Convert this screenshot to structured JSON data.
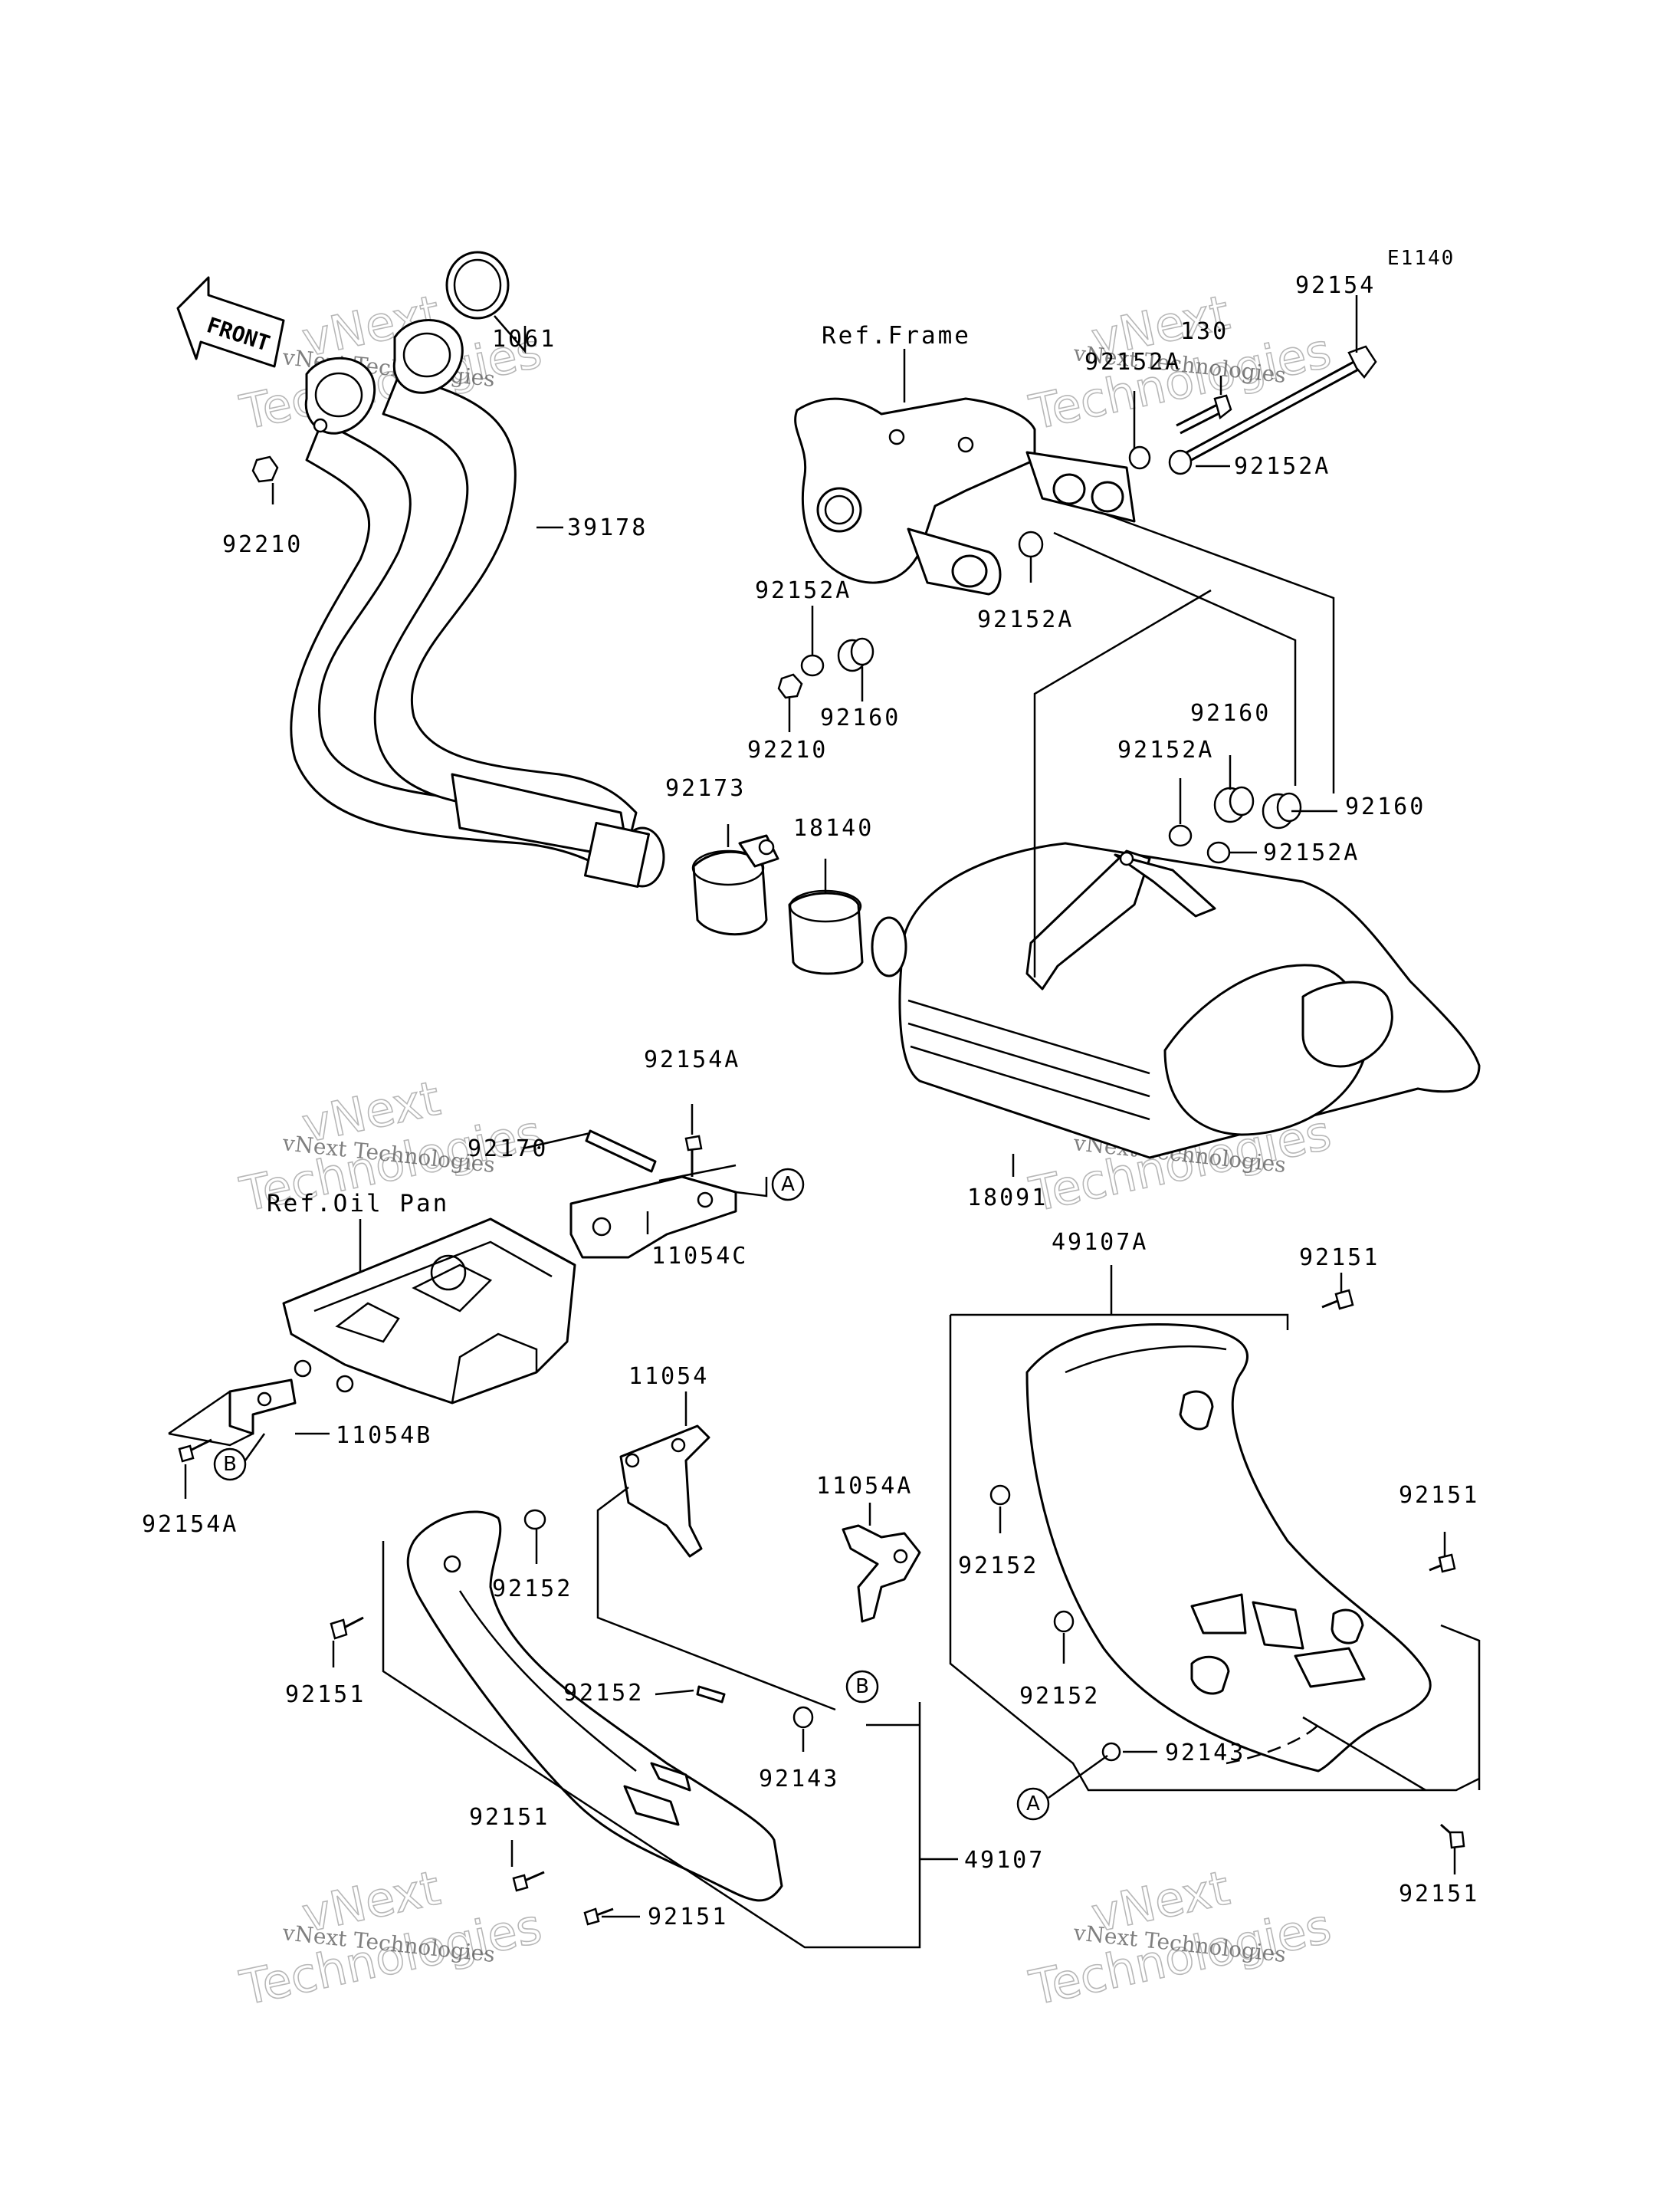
{
  "diagram_code": "E1140",
  "front_arrow_label": "FRONT",
  "refs": {
    "frame": "Ref.Frame",
    "oil_pan": "Ref.Oil Pan"
  },
  "callouts": {
    "a": "A",
    "b": "B"
  },
  "parts": {
    "p_92154_top": "92154",
    "p_130": "130",
    "p_92152A_1": "92152A",
    "p_92152A_2": "92152A",
    "p_1061": "1061",
    "p_92210_left": "92210",
    "p_39178": "39178",
    "p_92152A_3": "92152A",
    "p_92152A_4": "92152A",
    "p_92160_1": "92160",
    "p_92210_mid": "92210",
    "p_92160_2": "92160",
    "p_92152A_5": "92152A",
    "p_92160_3": "92160",
    "p_92152A_6": "92152A",
    "p_92173": "92173",
    "p_18140": "18140",
    "p_92154A_top": "92154A",
    "p_92170": "92170",
    "p_11054C": "11054C",
    "p_18091": "18091",
    "p_49107A": "49107A",
    "p_92151_tr": "92151",
    "p_11054": "11054",
    "p_11054B": "11054B",
    "p_92154A_bot": "92154A",
    "p_11054A": "11054A",
    "p_92151_r": "92151",
    "p_92152_1": "92152",
    "p_92152_2": "92152",
    "p_92151_l": "92151",
    "p_92152_3": "92152",
    "p_92152_4": "92152",
    "p_92143_1": "92143",
    "p_92143_2": "92143",
    "p_92151_bl": "92151",
    "p_49107": "49107",
    "p_92151_b": "92151",
    "p_92151_br": "92151"
  },
  "watermark": {
    "line1": "vNext Technologies",
    "big1": "vNext",
    "big2": "Technologies"
  }
}
